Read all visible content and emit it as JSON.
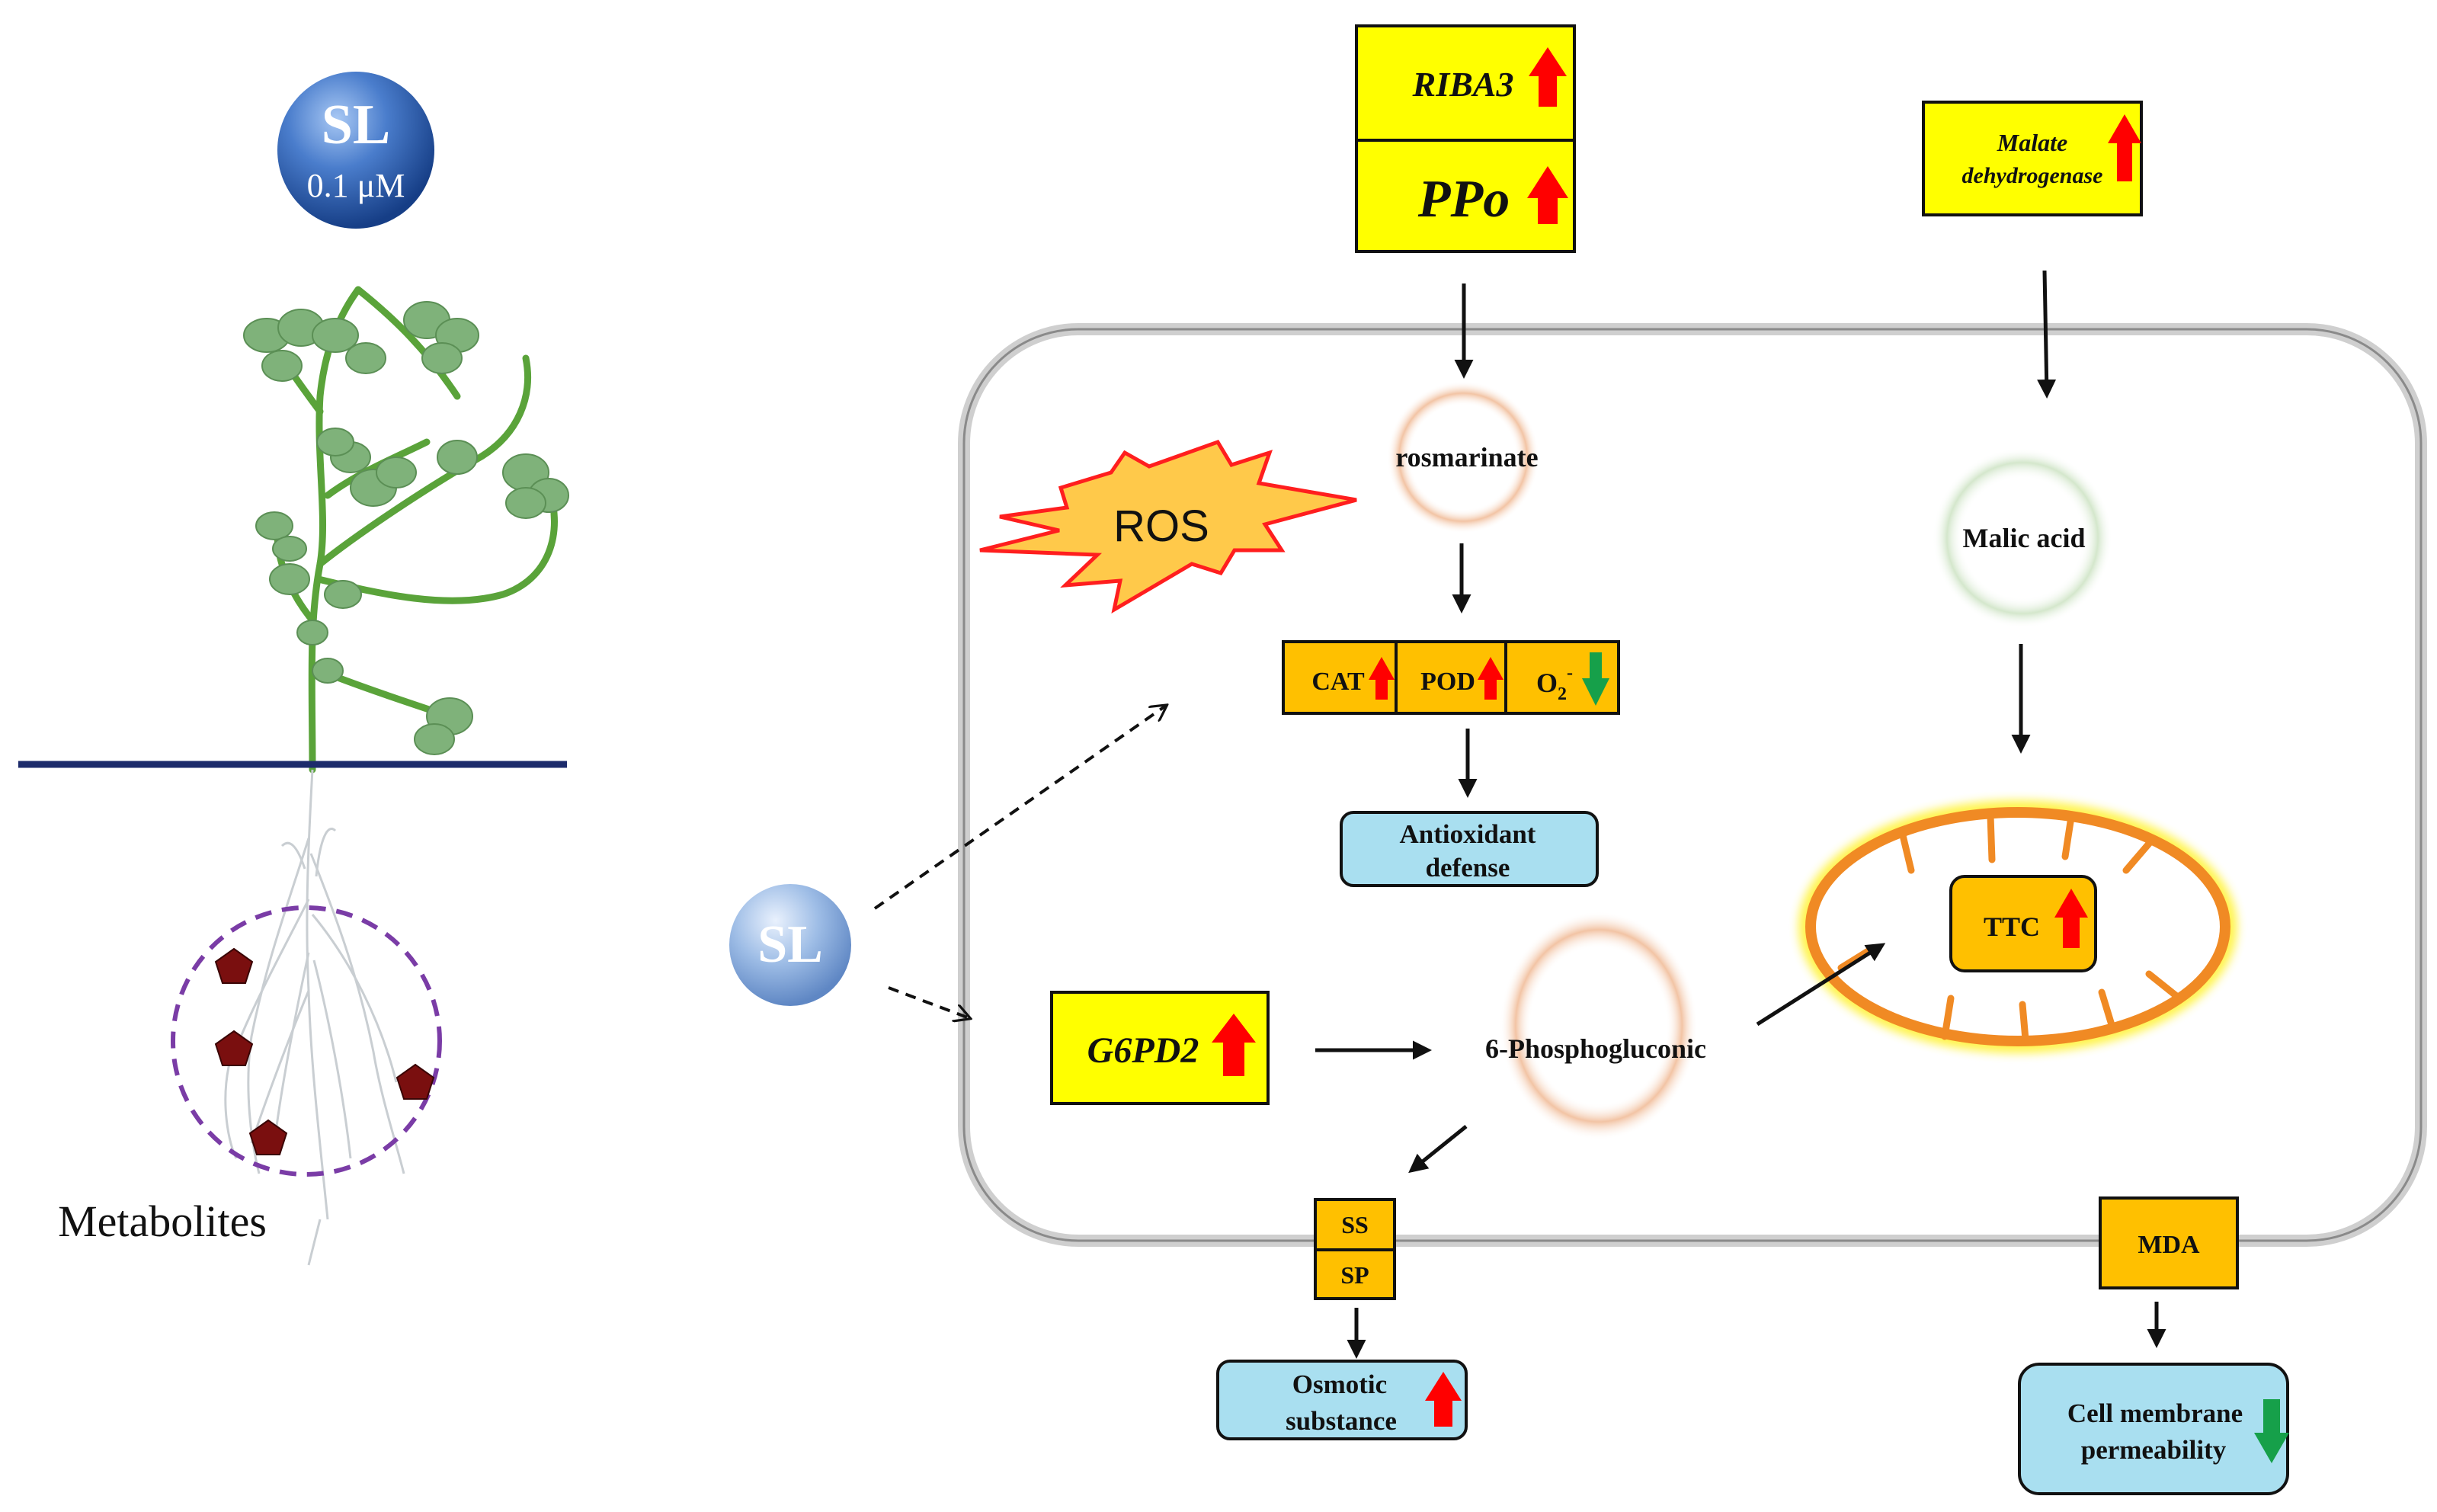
{
  "sl_badge_top": {
    "label": "SL",
    "dose": "0.1 μM"
  },
  "plant": {
    "metabolites_label": "Metabolites"
  },
  "genes": {
    "riba3": "RIBA3",
    "ppo": "PPo",
    "malate_dehydrogenase_line1": "Malate",
    "malate_dehydrogenase_line2": "dehydrogenase",
    "g6pd2": "G6PD2"
  },
  "metabolites": {
    "rosmarinate": "rosmarinate",
    "malic_acid": "Malic acid",
    "phosphogluconic": "6-Phosphogluconic"
  },
  "stress": {
    "ros": "ROS"
  },
  "enzymes": {
    "cat": "CAT",
    "pod": "POD",
    "o2_base": "O",
    "o2_sub": "2",
    "o2_sup": "-",
    "ttc": "TTC",
    "ss": "SS",
    "sp": "SP",
    "mda": "MDA"
  },
  "outcomes": {
    "antioxidant_line1": "Antioxidant",
    "antioxidant_line2": "defense",
    "osmotic_line1": "Osmotic",
    "osmotic_line2": "substance",
    "membrane_line1": "Cell membrane",
    "membrane_line2": "permeability"
  },
  "sl_center": {
    "label": "SL"
  },
  "colors": {
    "up_arrow": "#ff0000",
    "down_arrow": "#16a04a",
    "gene_box": "#ffff00",
    "enzyme_box": "#ffc000",
    "outcome_box": "#a9dff0",
    "sl_sphere": "#3a6fc4",
    "cell_outline": "#d6d6d6",
    "mitochondrion": "#f08a24"
  },
  "icons": {
    "up": "red-up-arrow-icon",
    "down": "green-down-arrow-icon",
    "metabolite": "pentagon-icon",
    "ros": "starburst-icon"
  }
}
